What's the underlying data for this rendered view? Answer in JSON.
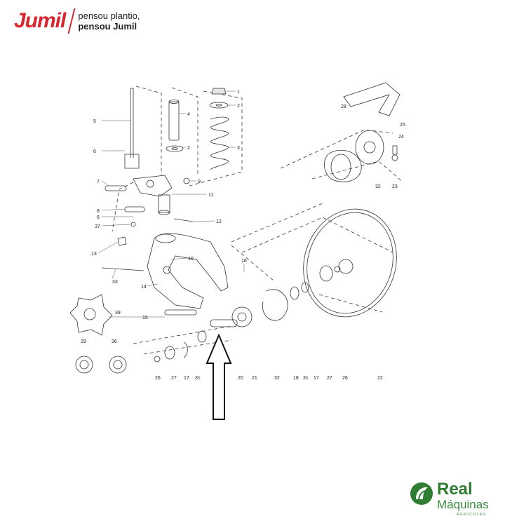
{
  "header": {
    "logo_text": "Jumil",
    "tagline_line1": "pensou plantio,",
    "tagline_line2": "pensou Jumil"
  },
  "diagram": {
    "labels": [
      "1",
      "2",
      "3",
      "4",
      "2",
      "5",
      "6",
      "7",
      "8",
      "9",
      "11",
      "6",
      "37",
      "12",
      "13",
      "10",
      "16",
      "33",
      "14",
      "15",
      "39",
      "29",
      "36",
      "26",
      "27",
      "17",
      "31",
      "20",
      "21",
      "32",
      "18",
      "31",
      "17",
      "27",
      "26",
      "22",
      "28",
      "25",
      "24",
      "23",
      "32"
    ]
  },
  "brand": {
    "name": "Real",
    "subtitle": "Máquinas",
    "caption": "AGRÍCOLAS"
  },
  "colors": {
    "jumil_red": "#d9262e",
    "brand_green": "#2e7d32",
    "line": "#333333"
  }
}
